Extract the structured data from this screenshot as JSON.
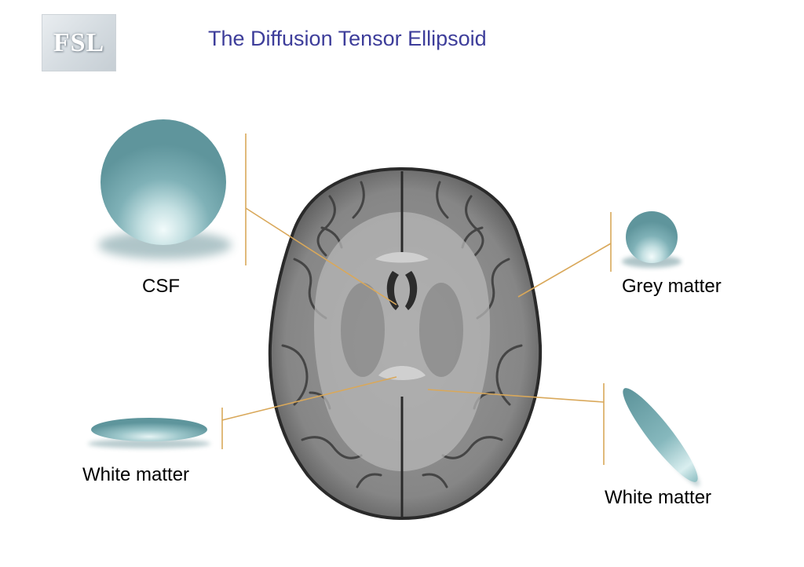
{
  "logo": {
    "text": "FSL"
  },
  "title": "The Diffusion Tensor Ellipsoid",
  "labels": {
    "csf": "CSF",
    "grey_matter": "Grey matter",
    "white_matter_left": "White matter",
    "white_matter_right": "White matter"
  },
  "colors": {
    "title": "#3d3d9a",
    "ellipsoid": "#6fa3aa",
    "ellipsoid_highlight": "#e2f2f2",
    "leader_line": "#d9a85a",
    "brain_dark": "#2a2a2a",
    "brain_grey": "#8f8f8f",
    "brain_white": "#bdbdbd"
  }
}
